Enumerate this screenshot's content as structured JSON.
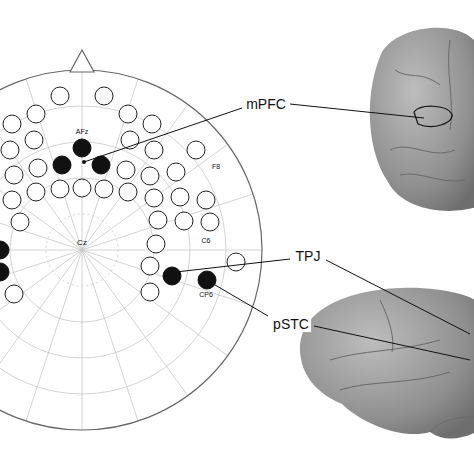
{
  "diagram": {
    "labels": [
      "AFz",
      "F8",
      "Cz",
      "C6",
      "CP6",
      "mPFC",
      "TPJ",
      "pSTC"
    ]
  }
}
